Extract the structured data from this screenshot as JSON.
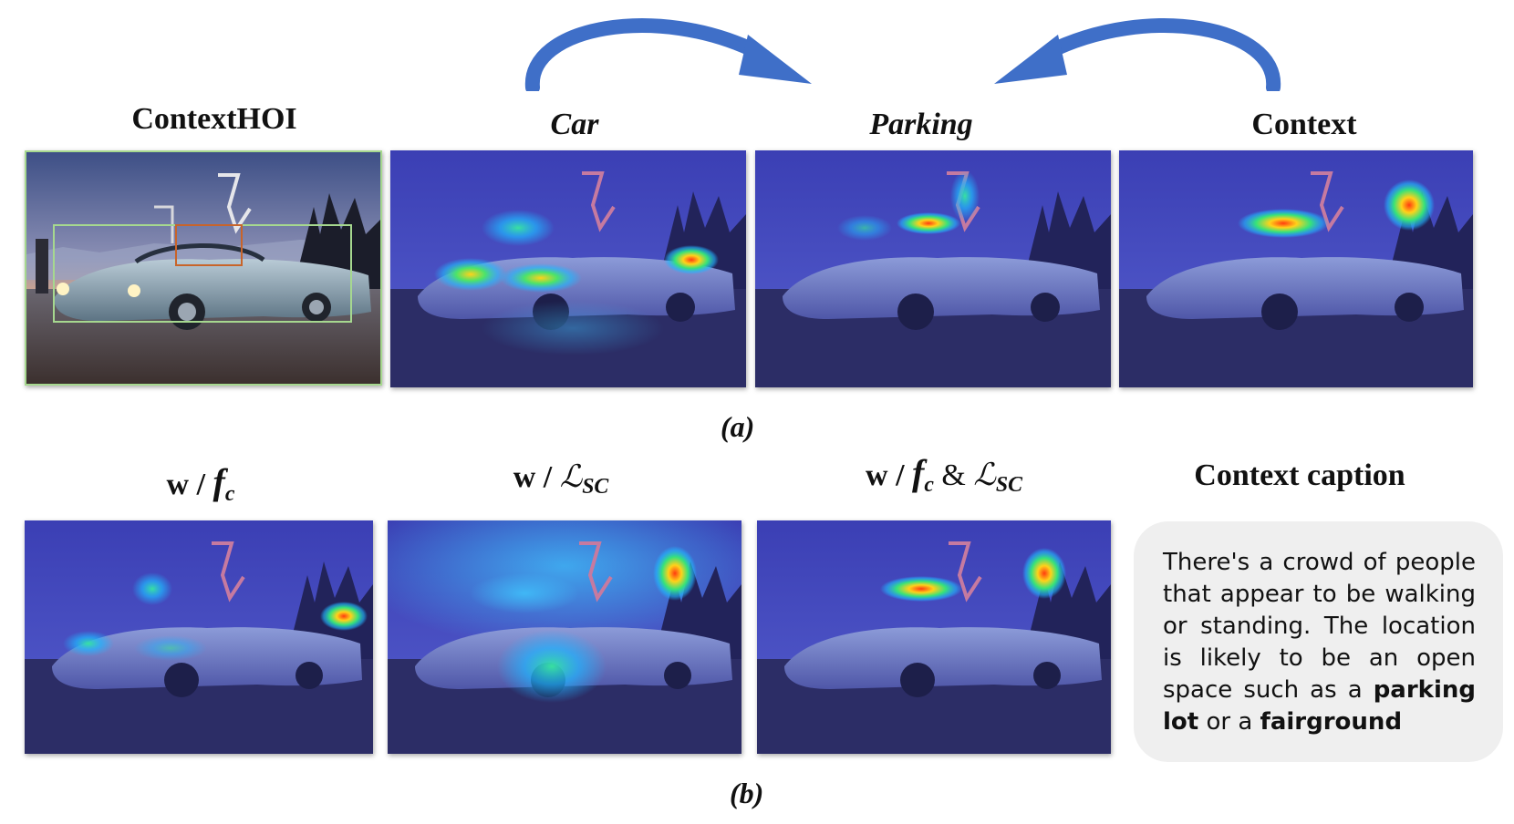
{
  "row_a": {
    "titles": {
      "contexthoi": "ContextHOI",
      "car": "Car",
      "parking": "Parking",
      "context": "Context"
    },
    "label": "(a)"
  },
  "row_b": {
    "titles": {
      "w_fc": {
        "prefix": "w / ",
        "symbol": "f",
        "sub": "c"
      },
      "w_lsc": {
        "prefix": "w / ",
        "symbol": "ℒ",
        "sub": "SC"
      },
      "w_both": {
        "prefix": "w / ",
        "symbol1": "f",
        "sub1": "c",
        "amp": " & ",
        "symbol2": "ℒ",
        "sub2": "SC"
      }
    },
    "context_caption_title": "Context caption",
    "caption": {
      "text_before": "There's a crowd of people that appear to be walking or standing. The location is likely to be an open space such as a ",
      "bold1": "parking lot",
      "middle": " or a ",
      "bold2": "fairground"
    },
    "label": "(b)"
  },
  "colors": {
    "arrow": "#3f6fc8",
    "heat_base": "#3d3fb8",
    "human_box": "#c8642a",
    "object_box": "#a6d88f"
  }
}
